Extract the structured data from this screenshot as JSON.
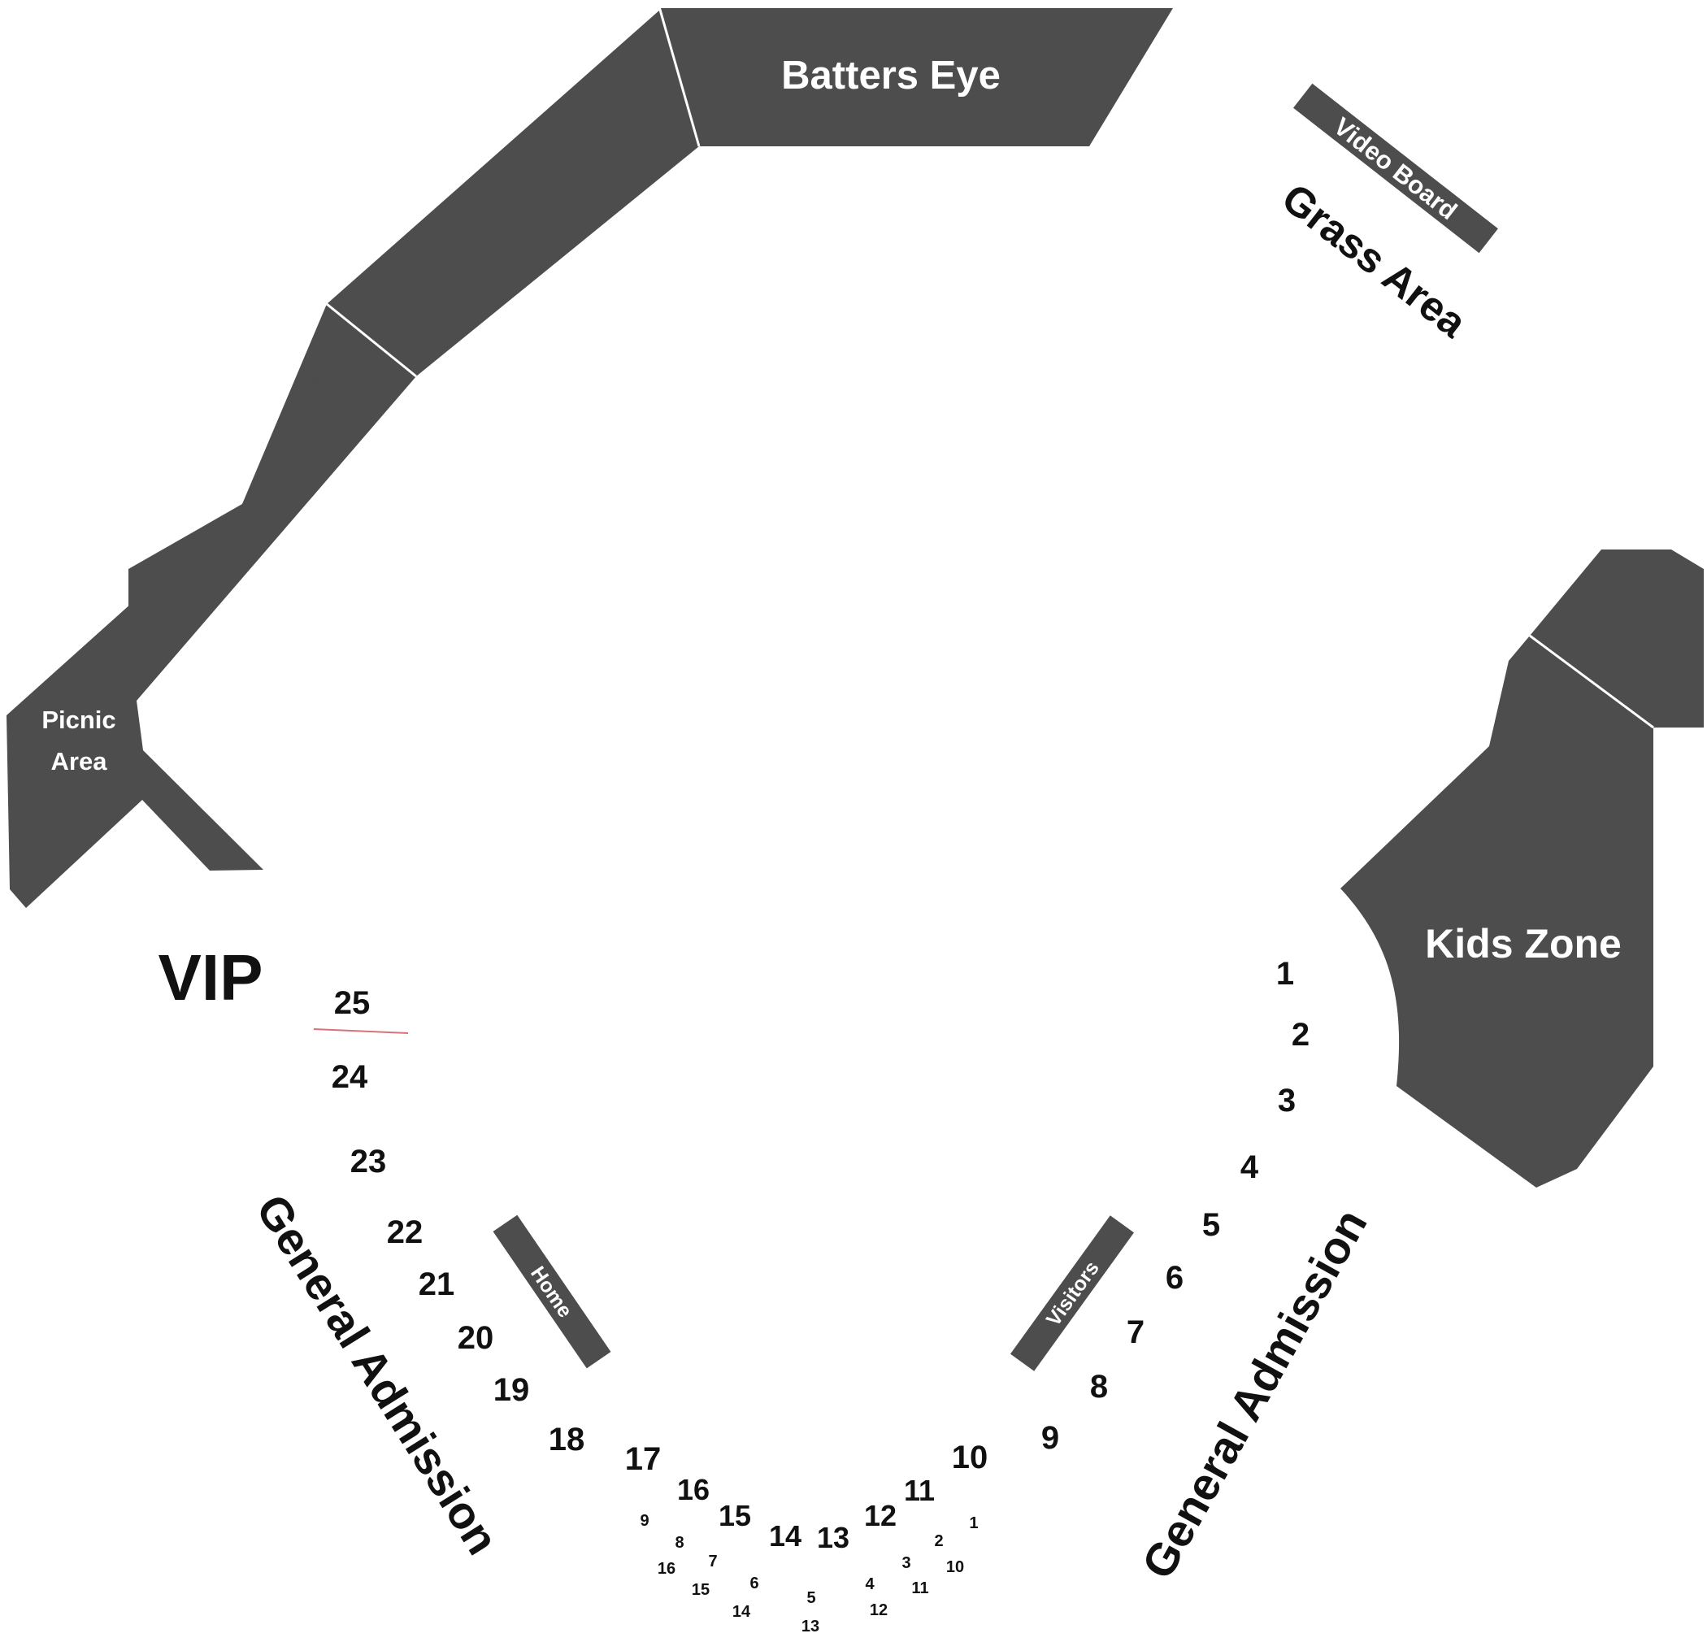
{
  "labels": {
    "batters_eye": "Batters Eye",
    "video_board": "Video Board",
    "grass_area": "Grass Area",
    "picnic_line1": "Picnic",
    "picnic_line2": "Area",
    "kids_zone": "Kids Zone",
    "vip": "VIP",
    "general_admission": "General Admission",
    "home": "Home",
    "visitors": "Visitors"
  },
  "sections": [
    "1",
    "2",
    "3",
    "4",
    "5",
    "6",
    "7",
    "8",
    "9",
    "10",
    "11",
    "12",
    "13",
    "14",
    "15",
    "16",
    "17",
    "18",
    "19",
    "20",
    "21",
    "22",
    "23",
    "24",
    "25"
  ],
  "boxes": [
    "1",
    "2",
    "3",
    "4",
    "5",
    "6",
    "7",
    "8",
    "9",
    "10",
    "11",
    "12",
    "13",
    "14",
    "15",
    "16"
  ],
  "colors": {
    "shape": "#4d4d4d",
    "text": "#111111",
    "marker": "#d9707a"
  }
}
